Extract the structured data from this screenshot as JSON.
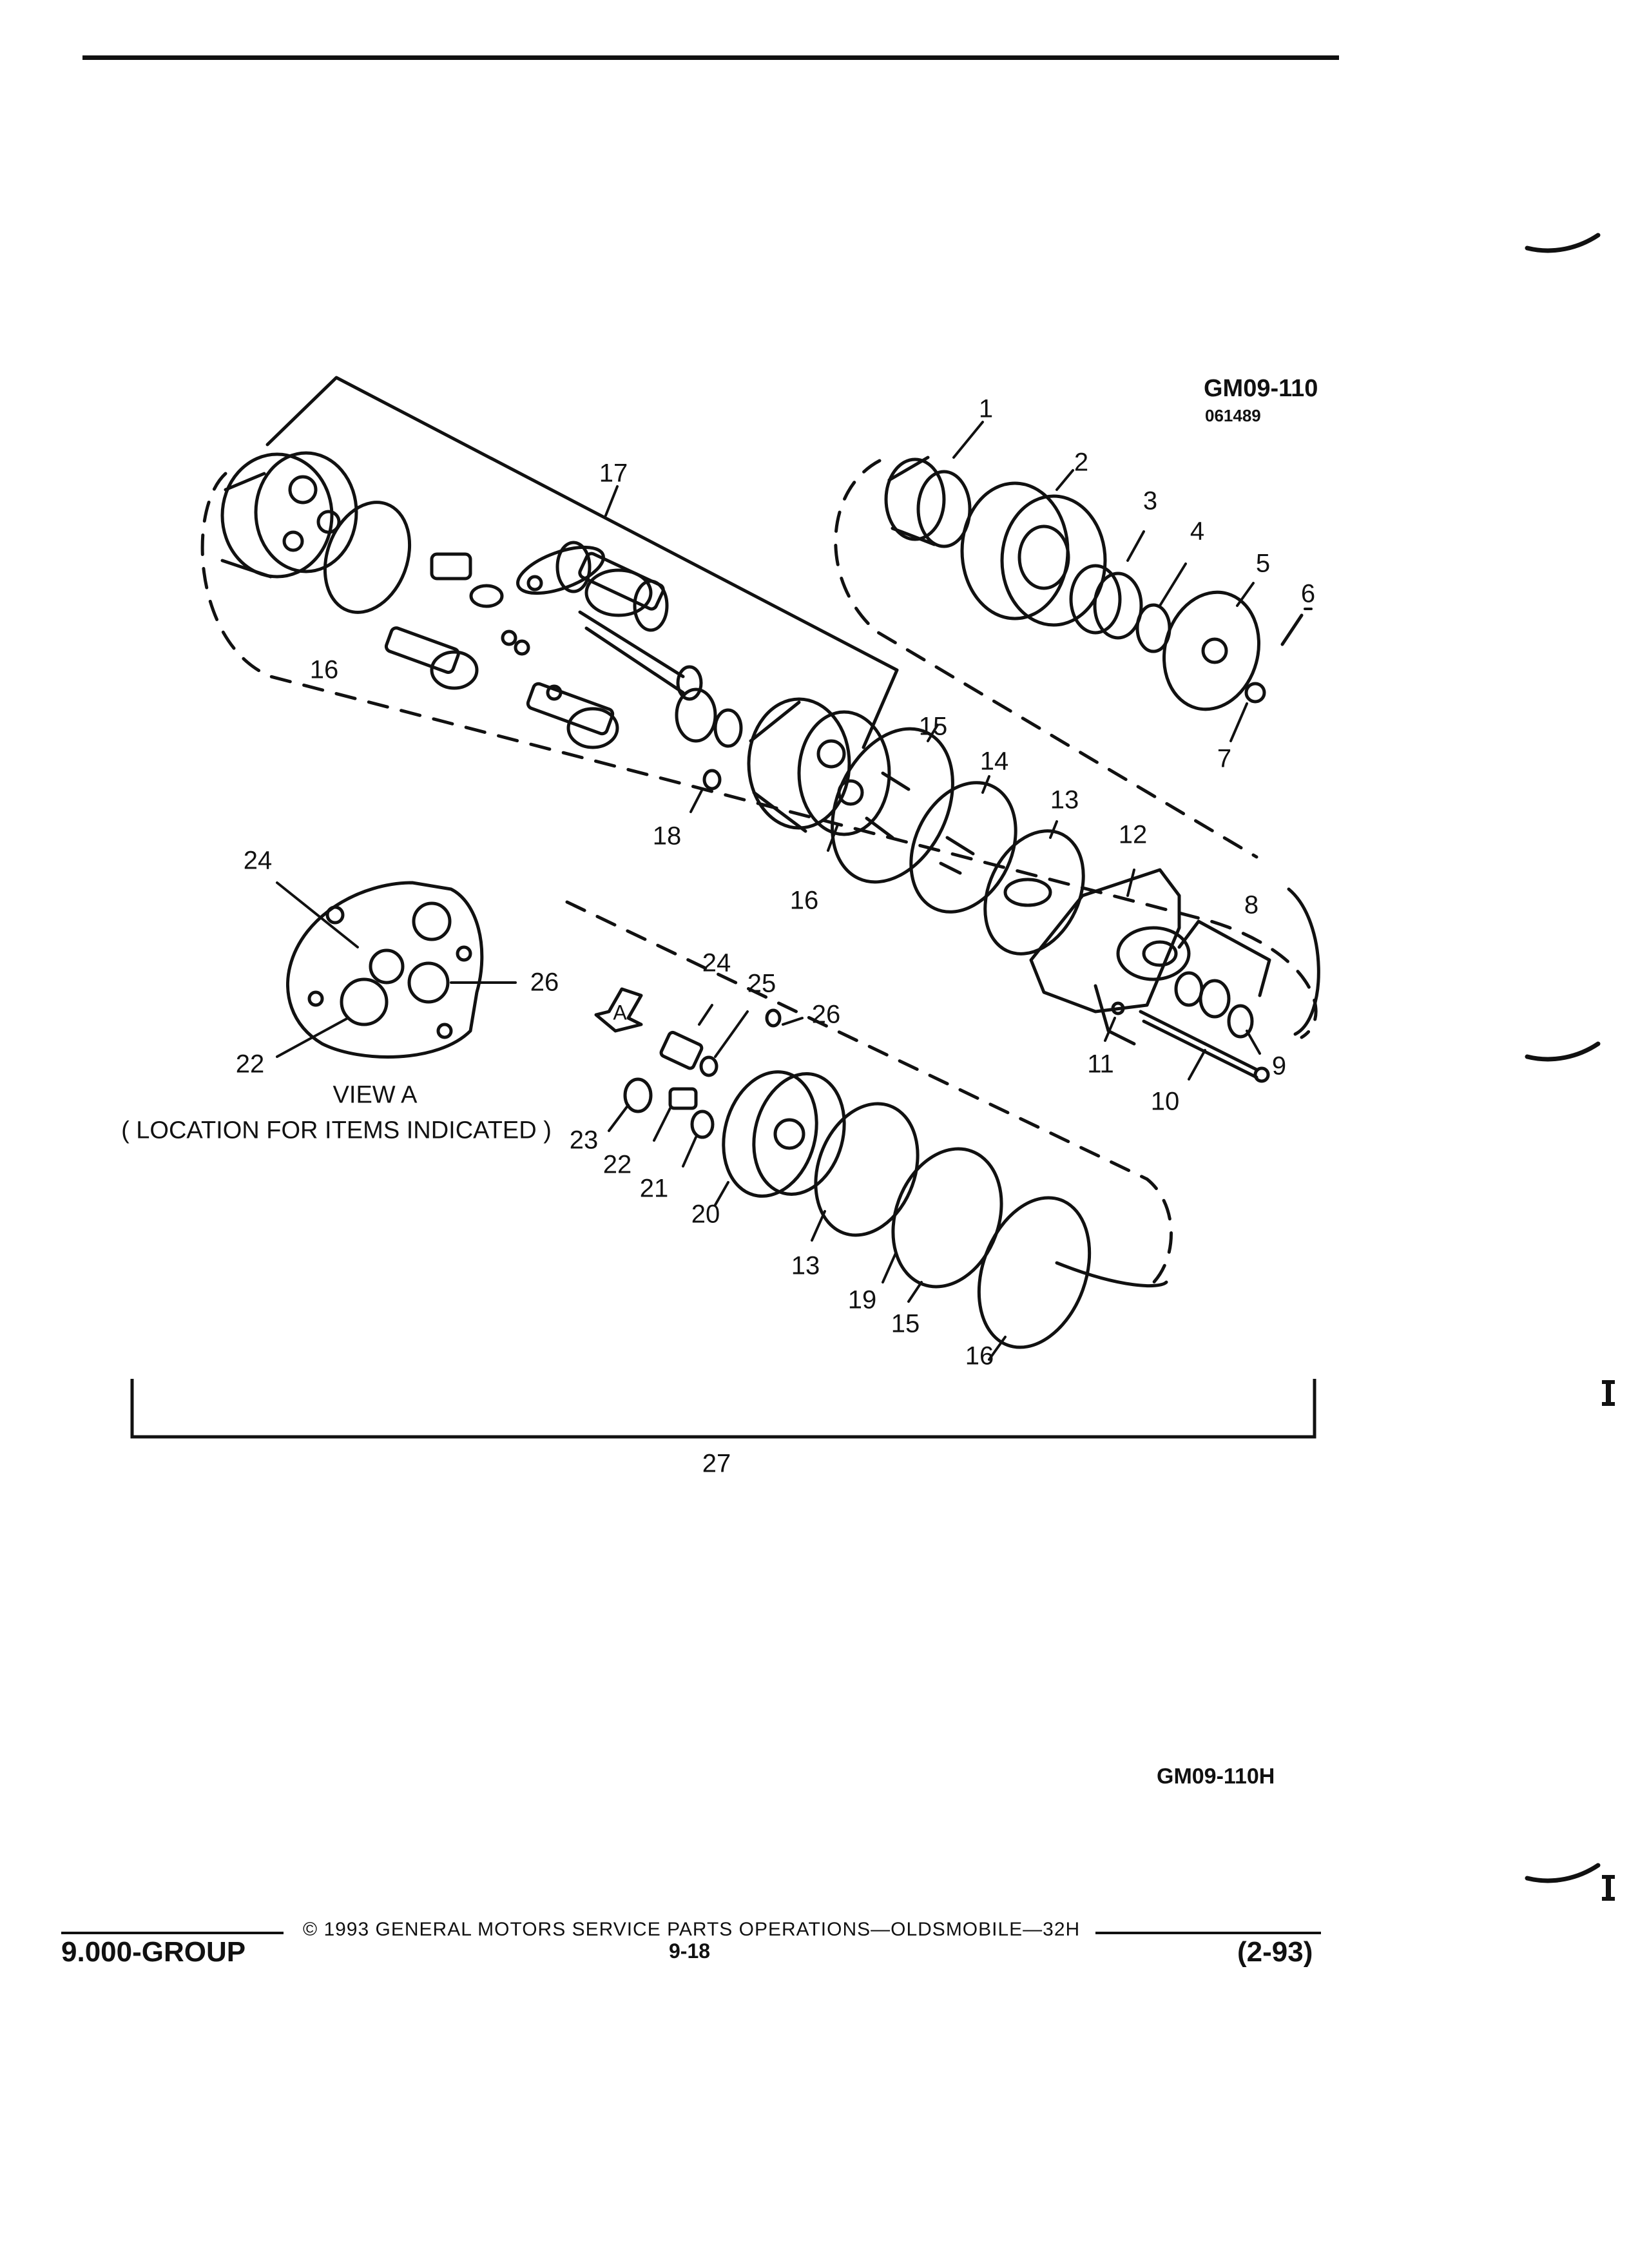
{
  "figure": {
    "code": "GM09-110",
    "date_code": "061489",
    "view_label": "VIEW A",
    "view_caption": "( LOCATION FOR ITEMS INDICATED )",
    "view_arrow_letter": "A",
    "bottom_code": "GM09-110H",
    "bracket_label": "27",
    "callouts": {
      "c1": "1",
      "c2": "2",
      "c3": "3",
      "c4": "4",
      "c5": "5",
      "c6": "6",
      "c7": "7",
      "c8": "8",
      "c9": "9",
      "c10": "10",
      "c11": "11",
      "c12": "12",
      "c13a": "13",
      "c14": "14",
      "c15a": "15",
      "c16a": "16",
      "c16b": "16",
      "c17": "17",
      "c18": "18",
      "c24a": "24",
      "c26a": "26",
      "c22a": "22",
      "c24b": "24",
      "c25": "25",
      "c26b": "26",
      "c23": "23",
      "c22b": "22",
      "c21": "21",
      "c20": "20",
      "c13b": "13",
      "c19": "19",
      "c15b": "15",
      "c16c": "16"
    }
  },
  "footer": {
    "group": "9.000-GROUP",
    "copyright": "© 1993 GENERAL MOTORS SERVICE PARTS OPERATIONS—OLDSMOBILE—32H",
    "page": "9-18",
    "date": "(2-93)"
  },
  "colors": {
    "ink": "#111111",
    "paper": "#ffffff"
  }
}
